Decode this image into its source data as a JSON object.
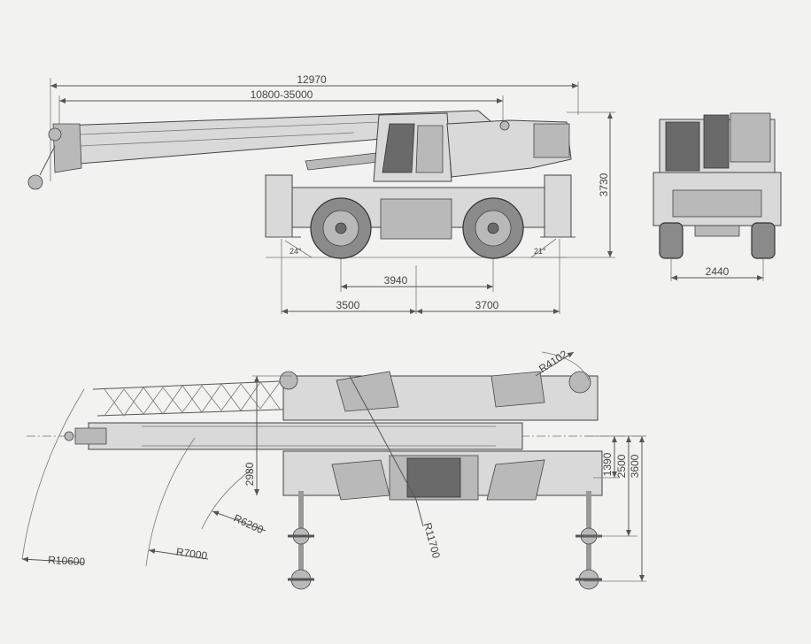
{
  "side_view": {
    "overall_length": "12970",
    "boom_length_range": "10800-35000",
    "height": "3730",
    "wheelbase": "3940",
    "front_overhang": "3500",
    "rear_overhang": "3700",
    "approach_angle": "24°",
    "departure_angle": "21°"
  },
  "rear_view": {
    "width": "2440"
  },
  "top_view": {
    "tail_radius": "R4102",
    "turning_radius_large": "R11700",
    "radius_6200": "R6200",
    "radius_7000": "R7000",
    "radius_10600": "R10600",
    "outrigger_2980": "2980",
    "outrigger_1390": "1390",
    "outrigger_2500": "2500",
    "outrigger_3600": "3600"
  },
  "colors": {
    "line": "#555555",
    "body": "#d9d9d9",
    "background": "#f2f2f1"
  }
}
